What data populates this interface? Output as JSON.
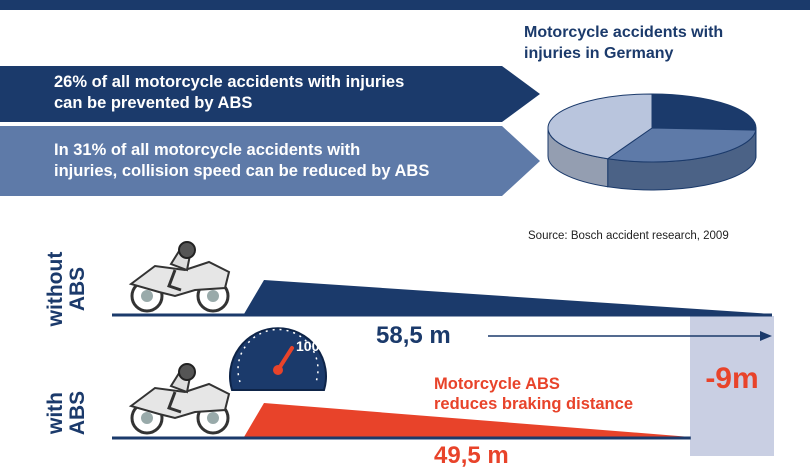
{
  "banners": [
    {
      "text": "26% of all motorcycle accidents with injuries\ncan be prevented by ABS"
    },
    {
      "text": "In 31% of all motorcycle accidents with\ninjuries, collision speed can be reduced by ABS"
    }
  ],
  "chart_data": [
    {
      "type": "pie",
      "title": "Motorcycle accidents with\ninjuries in Germany",
      "slices": [
        {
          "value": 26,
          "color": "#1b3a6b"
        },
        {
          "value": 31,
          "color": "#5e7aa8"
        },
        {
          "value": 43,
          "color": "#b9c5dd"
        }
      ]
    },
    {
      "type": "bar",
      "categories": [
        "without\nABS",
        "with\nABS"
      ],
      "values": [
        58.5,
        49.5
      ],
      "value_labels": [
        "58,5 m",
        "49,5 m"
      ],
      "colors": [
        "#1b3a6b",
        "#e8432a"
      ],
      "difference_label": "-9m",
      "annotation": "Motorcycle ABS\nreduces braking distance"
    }
  ],
  "source": "Source:  Bosch accident research, 2009",
  "gauge": {
    "value": "100"
  },
  "colors": {
    "navy": "#1b3a6b",
    "mid_blue": "#5e7aa8",
    "light_blue": "#b9c5dd",
    "red": "#e8432a",
    "highlight": "#c9cfe3"
  }
}
